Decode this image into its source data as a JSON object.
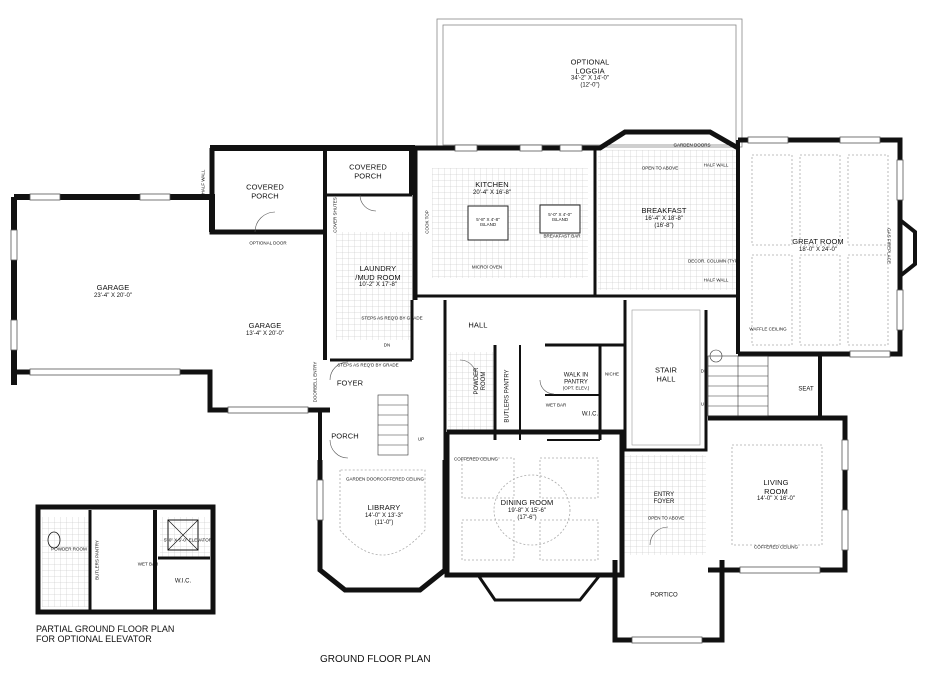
{
  "title": "GROUND FLOOR PLAN",
  "partial_caption_line1": "PARTIAL GROUND FLOOR PLAN",
  "partial_caption_line2": "FOR OPTIONAL ELEVATOR",
  "rooms": {
    "loggia": {
      "name1": "OPTIONAL",
      "name2": "LOGGIA",
      "dim": "34'-2\" X 14'-0\"",
      "dim2": "(12'-0\")"
    },
    "covered_porch_left": {
      "name1": "COVERED",
      "name2": "PORCH"
    },
    "covered_porch_right": {
      "name1": "COVERED",
      "name2": "PORCH"
    },
    "kitchen": {
      "name": "KITCHEN",
      "dim": "20'-4\" X 16'-8\""
    },
    "breakfast": {
      "name": "BREAKFAST",
      "dim": "16'-4\" X 18'-8\"",
      "dim2": "(16'-8\")"
    },
    "great_room": {
      "name": "GREAT ROOM",
      "dim": "18'-0\" X 24'-0\""
    },
    "garage_big": {
      "name": "GARAGE",
      "dim": "23'-4\" X 20'-0\""
    },
    "garage_small": {
      "name": "GARAGE",
      "dim": "13'-4\" X 20'-0\""
    },
    "laundry": {
      "name1": "LAUNDRY",
      "name2": "/MUD ROOM",
      "dim": "10'-2\" X 17'-8\""
    },
    "hall": {
      "name": "HALL"
    },
    "stair_hall": {
      "name1": "STAIR",
      "name2": "HALL"
    },
    "foyer": {
      "name": "FOYER"
    },
    "porch": {
      "name": "PORCH"
    },
    "powder": {
      "name1": "POWDER",
      "name2": "ROOM"
    },
    "butlers": {
      "name": "BUTLERS PANTRY"
    },
    "walk_in": {
      "name1": "WALK IN",
      "name2": "PANTRY",
      "note": "(OPT. ELEV.)"
    },
    "wic": {
      "name": "W.I.C."
    },
    "library": {
      "name": "LIBRARY",
      "dim": "14'-0\" X 13'-3\"",
      "dim2": "(11'-0\")"
    },
    "dining": {
      "name": "DINING ROOM",
      "dim": "19'-8\" X 15'-6\"",
      "dim2": "(17'-6\")"
    },
    "entry": {
      "name1": "ENTRY",
      "name2": "FOYER"
    },
    "living": {
      "name1": "LIVING",
      "name2": "ROOM",
      "dim": "14'-0\" X 16'-0\""
    },
    "portico": {
      "name": "PORTICO"
    },
    "seat": {
      "name": "SEAT"
    }
  },
  "notes": {
    "halfwall_left": "HALF WALL",
    "optional_door": "OPTIONAL DOOR",
    "island1": "5'-8\" X 4'-8\"",
    "island1b": "ISLAND",
    "island2": "5'-0\" X 4'-0\"",
    "island2b": "ISLAND",
    "breakfast_bar": "BREAKFAST BAR",
    "micro_oven": "MICRO/ OVEN",
    "cooktop": "COOK TOP",
    "open_to_above_1": "OPEN TO ABOVE",
    "garden_doors_top": "GARDEN DOORS",
    "halfwall_top": "HALF WALL",
    "halfwall_bottom": "HALF WALL",
    "decor_column": "DECOR. COLUMN (TYP.)",
    "gas_fireplace": "GAS FIREPLACE",
    "waffle_ceiling": "WAFFLE CEILING",
    "cover_shutes": "COVER SHUTES",
    "steps": "STEPS AS REQ'D BY GRADE",
    "steps2": "STEPS AS REQ'D BY GRADE",
    "dn": "DN",
    "up": "UP",
    "coffered_dining": "COFFERED CEILING",
    "coffered_library": "COFFERED CEILING",
    "garden_door_library": "GARDEN DOOR",
    "open_to_above_2": "OPEN TO ABOVE",
    "coffered_living": "COFFERED CEILING",
    "niche": "NICHE",
    "wet_bar": "WET BAR",
    "dn_right": "DN",
    "up_right": "UP",
    "elevator": "5'-0\" X 5'-0\" ELEVATOR",
    "p_powder": "POWDER ROOM",
    "p_butlers": "BUTLERS PANTRY",
    "p_wetbar": "WET BAR",
    "p_wic": "W.I.C.",
    "doorbell": "DOORBELL ENTRY"
  }
}
